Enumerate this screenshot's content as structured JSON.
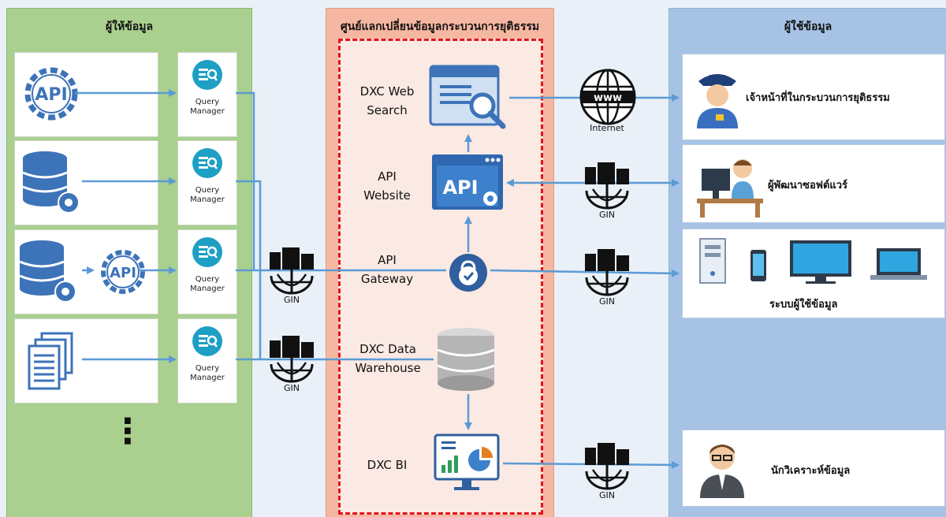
{
  "providers": {
    "title": "ผู้ให้ข้อมูล",
    "query_manager_label": "Query Manager",
    "query_manager_line1": "Query",
    "query_manager_line2": "Manager",
    "ellipsis": "⋮"
  },
  "center": {
    "title": "ศูนย์แลกเปลี่ยนข้อมูลกระบวนการยุติธรรม",
    "web_search": {
      "line1": "DXC Web",
      "line2": "Search"
    },
    "api_website": {
      "line1": "API",
      "line2": "Website"
    },
    "api_gateway": {
      "line1": "API",
      "line2": "Gateway"
    },
    "data_warehouse": {
      "line1": "DXC Data",
      "line2": "Warehouse"
    },
    "bi": {
      "line1": "DXC BI"
    }
  },
  "network": {
    "gin_label": "GIN",
    "internet_label": "Internet",
    "www_label": "www"
  },
  "consumers": {
    "title": "ผู้ใช้ข้อมูล",
    "officer": "เจ้าหน้าที่ในกระบวนการยุติธรรม",
    "developer": "ผู้พัฒนาซอฟต์แวร์",
    "systems": "ระบบผู้ใช้ข้อมูล",
    "analyst": "นักวิเคราะห์ข้อมูล"
  },
  "colors": {
    "provider_panel": "#a9d08e",
    "center_panel": "#f6b7a2",
    "consumer_panel": "#a6c3e5",
    "dashed_border": "#e3141b",
    "flow_line": "#5b9bd5",
    "icon_blue": "#3d73b8",
    "qm_teal": "#1e9fc4"
  }
}
